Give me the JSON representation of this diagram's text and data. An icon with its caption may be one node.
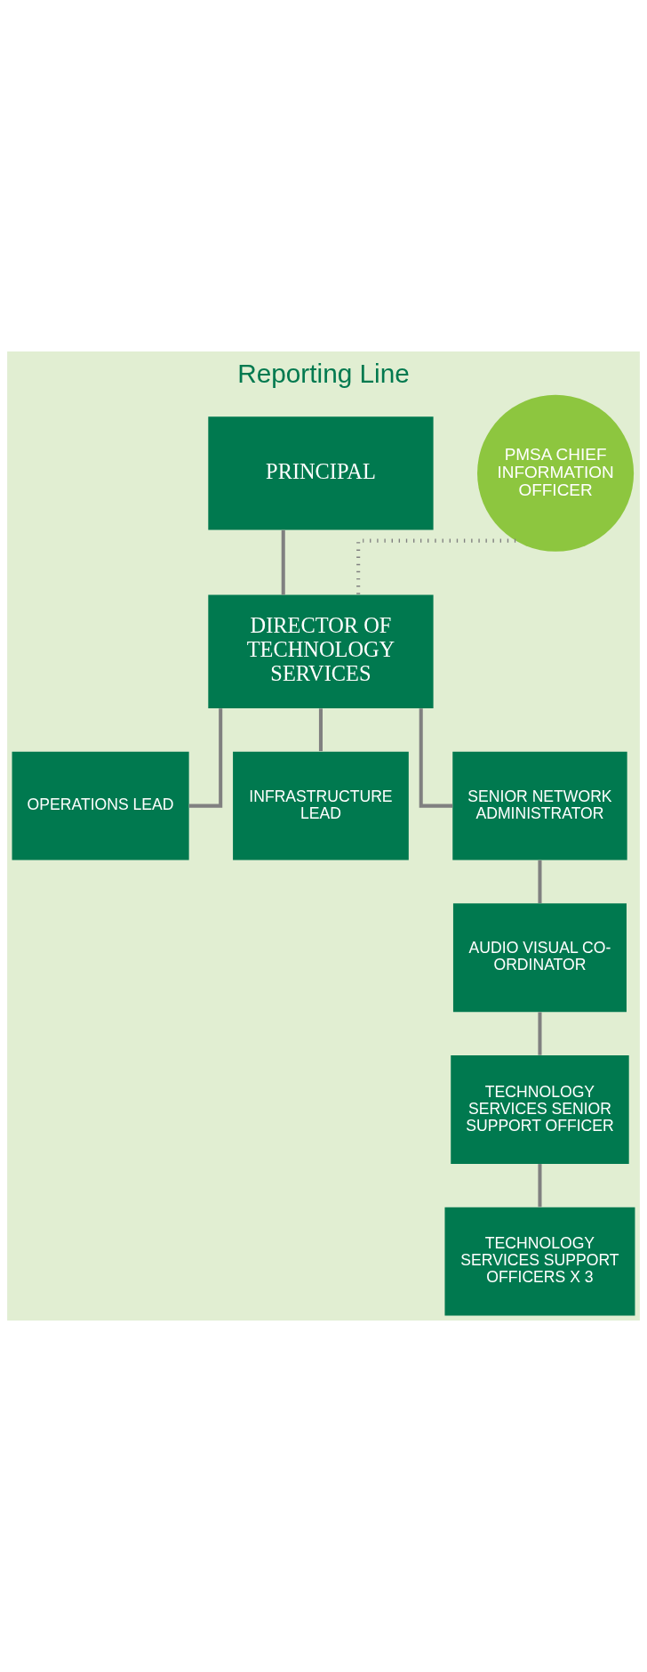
{
  "diagram": {
    "title": "Reporting Line",
    "nodes": [
      {
        "text": [
          "PRINCIPAL"
        ]
      },
      {
        "text": [
          "PMSA CHIEF INFORMATION OFFICER"
        ]
      },
      {
        "text": [
          "DIRECTOR OF TECHNOLOGY SERVICES"
        ]
      },
      {
        "text": [
          "OPERATIONS LEAD"
        ]
      },
      {
        "text": [
          "INFRASTRUCTURE LEAD"
        ]
      },
      {
        "text": [
          "SENIOR NETWORK ADMINISTRATOR"
        ]
      },
      {
        "text": [
          "AUDIO VISUAL CO-ORDINATOR"
        ]
      },
      {
        "text": [
          "TECHNOLOGY SERVICES SENIOR SUPPORT OFFICER"
        ]
      },
      {
        "text": [
          "TECHNOLOGY SERVICES SUPPORT OFFICERS X 3"
        ]
      }
    ],
    "edges": [
      {
        "from": 0,
        "to": 2,
        "arrow": "none"
      },
      {
        "from": 1,
        "to": 2,
        "arrow": "none",
        "style": "dashed"
      },
      {
        "from": 2,
        "to": 3,
        "arrow": "none"
      },
      {
        "from": 2,
        "to": 4,
        "arrow": "none"
      },
      {
        "from": 2,
        "to": 5,
        "arrow": "none"
      },
      {
        "from": 5,
        "to": 6,
        "arrow": "none"
      },
      {
        "from": 6,
        "to": 7,
        "arrow": "none"
      },
      {
        "from": 7,
        "to": 8,
        "arrow": "none"
      }
    ]
  }
}
